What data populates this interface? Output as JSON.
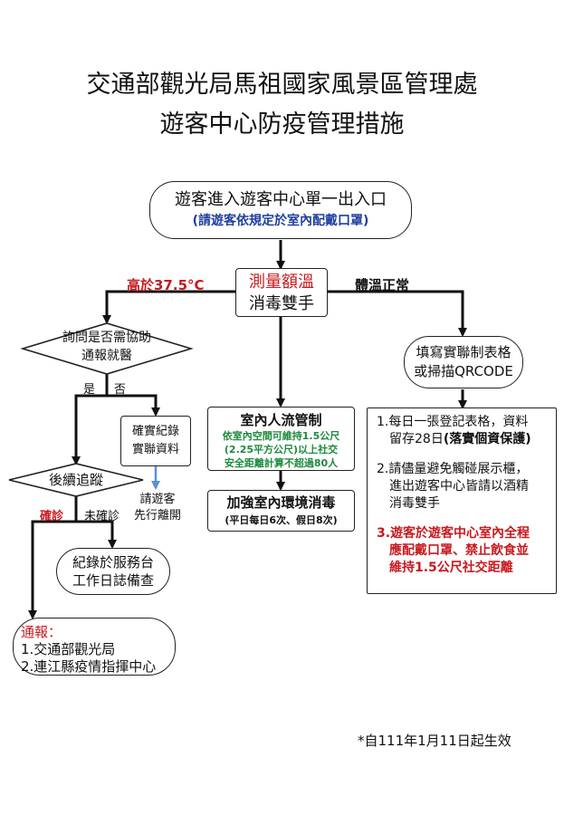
{
  "title": {
    "line1": "交通部觀光局馬祖國家風景區管理處",
    "line2": "遊客中心防疫管理措施"
  },
  "entry": {
    "line1": "遊客進入遊客中心單一出入口",
    "line2": "(請遊客依規定於室內配戴口罩)"
  },
  "measure": {
    "line1": "測量額溫",
    "line2": "消毒雙手"
  },
  "labels": {
    "high": "高於37.5°C",
    "normal": "體溫正常",
    "yes": "是",
    "no": "否",
    "confirmed": "確診",
    "unconfirmed": "未確診"
  },
  "ask": {
    "line1": "詢問是否需協助",
    "line2": "通報就醫"
  },
  "record_info": {
    "line1": "確實紀錄",
    "line2": "實聯資料"
  },
  "leave": {
    "line1": "請遊客",
    "line2": "先行離開"
  },
  "followup": "後續追蹤",
  "service_log": {
    "line1": "紀錄於服務台",
    "line2": "工作日誌備查"
  },
  "report": {
    "heading": "通報：",
    "item1": "1.交通部觀光局",
    "item2": "2.連江縣疫情指揮中心"
  },
  "crowd": {
    "title": "室內人流管制",
    "line1": "依室內空間可維持1.5公尺",
    "line2": "(2.25平方公尺)以上社交",
    "line3": "安全距離計算不超過80人"
  },
  "disinfect": {
    "title": "加強室內環境消毒",
    "detail": "(平日每日6次、假日8次)"
  },
  "fill_form": {
    "line1": "填寫實聯制表格",
    "line2": "或掃描QRCODE"
  },
  "rules": {
    "r1_a": "1.每日一張登記表格，資料",
    "r1_b": "留存28日",
    "r1_c": "(落實個資保護)",
    "r2_a": "2.請儘量避免觸碰展示櫃，",
    "r2_b": "進出遊客中心皆請以酒精",
    "r2_c": "消毒雙手",
    "r3_a": "3.",
    "r3_b": "遊客於遊客中心室內全程",
    "r3_c": "應配戴口罩、禁止飲食並",
    "r3_d": "維持1.5公尺社交距離"
  },
  "effective": "*自111年1月11日起生效",
  "colors": {
    "red": "#c8191e",
    "blue": "#1f3f9f",
    "green": "#1d8a3e",
    "arrow_blue": "#5b8fd6"
  }
}
